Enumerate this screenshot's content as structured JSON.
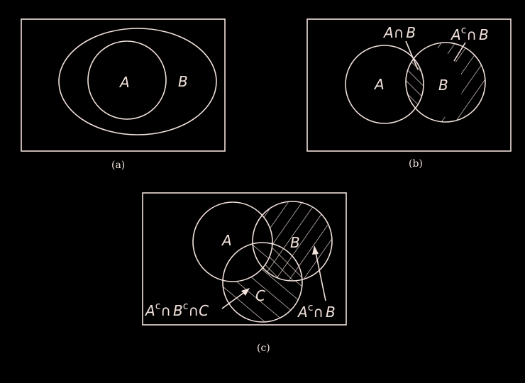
{
  "colors": {
    "background": "#000000",
    "line": "#f2e2dc"
  },
  "panels": {
    "a": {
      "caption": "(a)",
      "label_A": "A",
      "label_B": "B"
    },
    "b": {
      "caption": "(b)",
      "label_A": "A",
      "label_B": "B",
      "annot_intersection": {
        "left": "A",
        "op": "∩",
        "right": "B"
      },
      "annot_complement": {
        "base": "A",
        "sup": "c",
        "op": "∩",
        "right": "B"
      }
    },
    "c": {
      "caption": "(c)",
      "label_A": "A",
      "label_B": "B",
      "label_C": "C",
      "annot_left": {
        "a": "A",
        "a_sup": "c",
        "op1": "∩",
        "b": "B",
        "b_sup": "c",
        "op2": "∩",
        "c": "C"
      },
      "annot_right": {
        "base": "A",
        "sup": "c",
        "op": "∩",
        "right": "B"
      }
    }
  }
}
